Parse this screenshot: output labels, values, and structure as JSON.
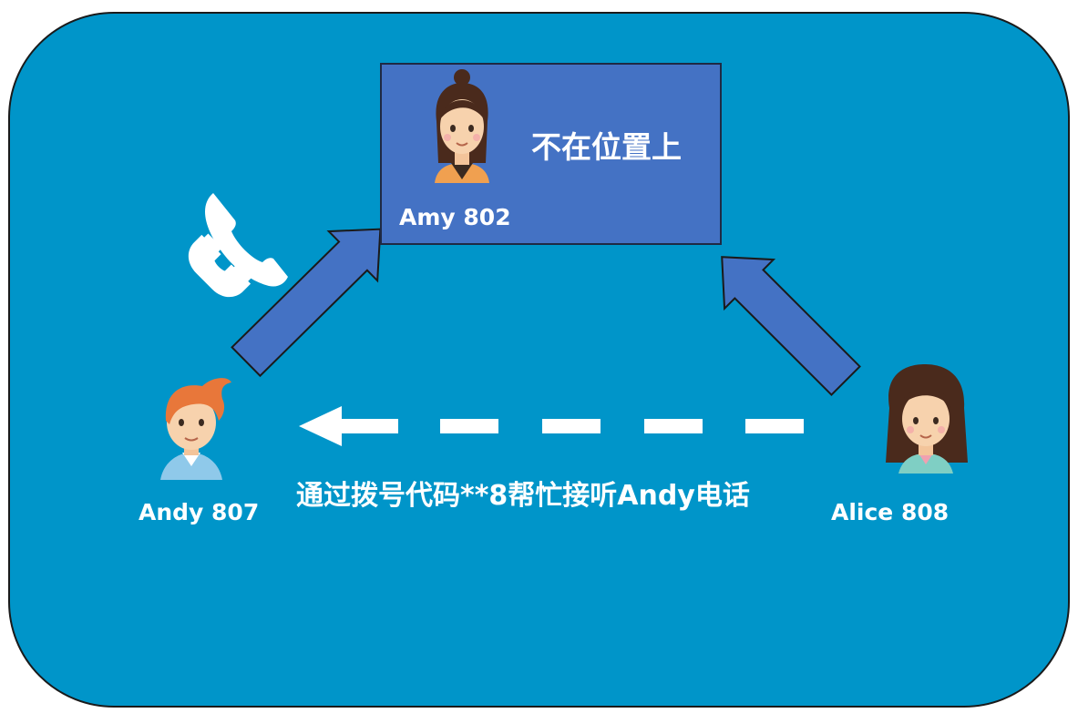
{
  "colors": {
    "background": "#0095c9",
    "card": "#4472c4",
    "arrow": "#4472c4",
    "text": "#ffffff"
  },
  "amy": {
    "name": "Amy 802",
    "status": "不在位置上",
    "icon": "female-avatar-icon"
  },
  "andy": {
    "name": "Andy 807",
    "icon": "male-avatar-icon"
  },
  "alice": {
    "name": "Alice 808",
    "icon": "female-avatar-icon"
  },
  "call_icon": "phone-handset-icon",
  "caption": "通过拨号代码**8帮忙接听Andy电话"
}
